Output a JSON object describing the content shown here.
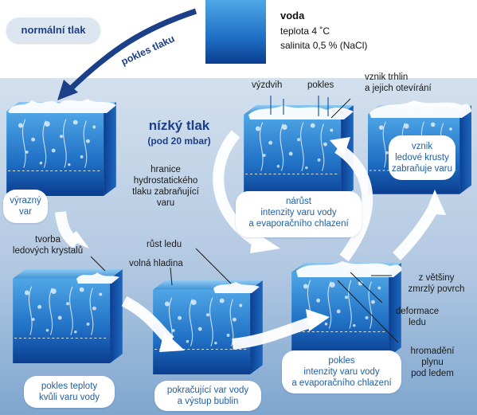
{
  "water_box": {
    "title": "voda",
    "temperature": "teplota 4 ˚C",
    "salinity": "salinita 0,5 % (NaCl)"
  },
  "normal_pressure": "normální tlak",
  "pressure_drop": "pokles tlaku",
  "low_pressure": {
    "title": "nízký tlak",
    "subtitle": "(pod 20 mbar)"
  },
  "stages": {
    "vigorous_boiling": {
      "line1": "výrazný",
      "line2": "var"
    },
    "temp_drop": {
      "line1": "pokles teploty",
      "line2": "kvůli varu vody"
    },
    "continued_boiling": {
      "line1": "pokračující var vody",
      "line2": "a výstup bublin"
    },
    "intensity_drop": {
      "line1": "pokles",
      "line2": "intenzity varu vody",
      "line3": "a evaporačního chlazení"
    },
    "intensity_rise": {
      "line1": "nárůst",
      "line2": "intenzity varu vody",
      "line3": "a evaporačního chlazení"
    },
    "ice_crust": {
      "line1": "vznik",
      "line2": "ledové krusty",
      "line3": "zabraňuje varu"
    }
  },
  "annotations": {
    "hydrostatic": [
      "hranice",
      "hydrostatického",
      "tlaku zabraňující",
      "varu"
    ],
    "crystals": [
      "tvorba",
      "ledových krystalů"
    ],
    "ice_growth": "růst ledu",
    "free_surface": "volná hladina",
    "uplift": "výzdvih",
    "subsidence": "pokles",
    "cracks": [
      "vznik trhlin",
      "a jejich otevírání"
    ],
    "frozen_surface": [
      "z většiny",
      "zmrzlý povrch"
    ],
    "ice_deformation": [
      "deformace",
      "ledu"
    ],
    "gas_accumulation": [
      "hromadění",
      "plynu",
      "pod ledem"
    ]
  },
  "colors": {
    "water_light": "#4fa6e6",
    "water_dark": "#0a3d8f",
    "band_top": "#d3e0ee",
    "band_bottom": "#7fa6cf",
    "arrow_navy": "#1b3f88",
    "label_blue": "#1f5fa8"
  }
}
